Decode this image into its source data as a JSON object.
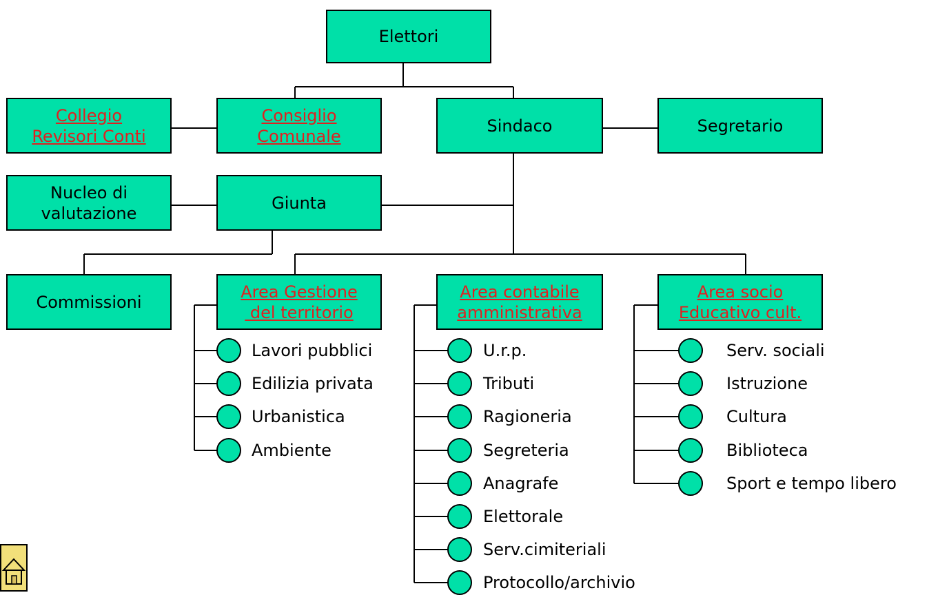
{
  "boxes": {
    "elettori": [
      "Elettori"
    ],
    "collegio": [
      "Collegio",
      "Revisori Conti"
    ],
    "consiglio": [
      "Consiglio",
      "Comunale"
    ],
    "sindaco": [
      "Sindaco"
    ],
    "segretario": [
      "Segretario"
    ],
    "nucleo": [
      "Nucleo di",
      "valutazione"
    ],
    "giunta": [
      "Giunta"
    ],
    "commissioni": [
      "Commissioni"
    ],
    "area_gestione": [
      "Area Gestione",
      " del territorio"
    ],
    "area_contabile": [
      "Area contabile",
      "amministrativa"
    ],
    "area_socio": [
      "Area socio",
      "Educativo cult."
    ]
  },
  "lists": {
    "gestione": [
      "Lavori pubblici",
      "Edilizia privata",
      "Urbanistica",
      "Ambiente"
    ],
    "contabile": [
      "U.r.p.",
      "Tributi",
      "Ragioneria",
      "Segreteria",
      "Anagrafe",
      "Elettorale",
      "Serv.cimiteriali",
      "Protocollo/archivio"
    ],
    "socio": [
      "Serv. sociali",
      "Istruzione",
      "Cultura",
      "Biblioteca",
      "Sport e tempo libero"
    ]
  },
  "colors": {
    "box_fill": "#00e0a8",
    "link_text": "#e02020",
    "home_fill": "#f2e07a"
  },
  "icons": {
    "home_button": "home-icon"
  }
}
